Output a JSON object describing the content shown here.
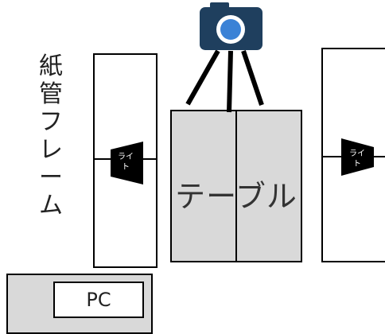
{
  "frame_label_chars": [
    "紙",
    "管",
    "フ",
    "レ",
    "ー",
    "ム"
  ],
  "table_label": "テーブル",
  "pc_label": "PC",
  "light_label": {
    "line1": "ライ",
    "line2": "ト"
  },
  "colors": {
    "camera_body": "#1f3f5e",
    "camera_lens_ring": "#ffffff",
    "camera_lens": "#3b82d6",
    "table_fill": "#d9d9d9",
    "pc_fill": "#d9d9d9",
    "light_fill": "#000000",
    "outline": "#000000"
  },
  "icons": [
    "camera-icon",
    "light-icon"
  ]
}
